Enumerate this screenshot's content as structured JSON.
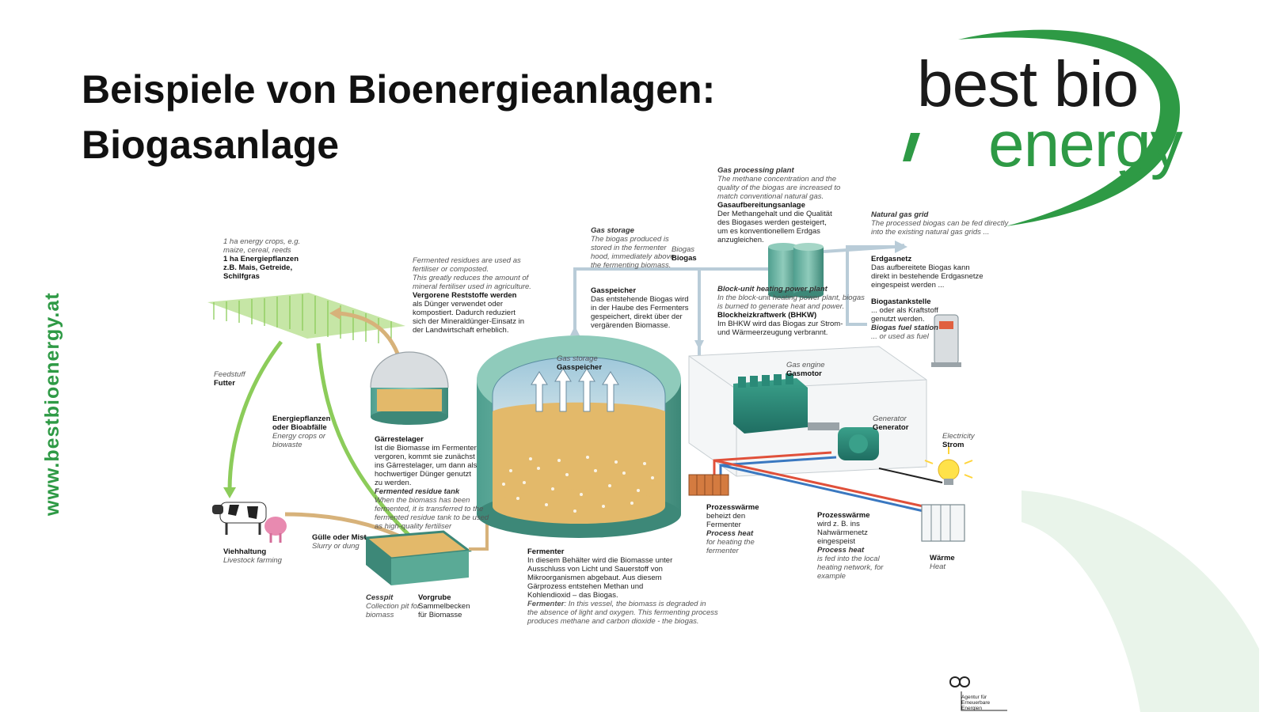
{
  "title_line1": "Beispiele von Bioenergieanlagen:",
  "title_line2": "Biogasanlage",
  "side_url": "www.bestbioenergy.at",
  "logo": {
    "line1": "best bio",
    "line2": "energy",
    "color_dark": "#1a1a1a",
    "color_green": "#2e9a45"
  },
  "labels": {
    "energy_crops": {
      "en": "1 ha energy crops, e.g. maize, cereal, reeds",
      "de1": "1 ha Energiepflanzen",
      "de2": "z.B. Mais, Getreide,",
      "de3": "Schilfgras"
    },
    "feedstuff": {
      "en": "Feedstuff",
      "de": "Futter"
    },
    "energiepflanzen": {
      "de1": "Energiepflanzen",
      "de2": "oder Bioabfälle",
      "en1": "Energy crops or",
      "en2": "biowaste"
    },
    "livestock": {
      "de": "Viehhaltung",
      "en": "Livestock farming"
    },
    "slurry": {
      "de": "Gülle oder Mist",
      "en": "Slurry or dung"
    },
    "cesspit": {
      "en1": "Cesspit",
      "en2": "Collection pit for",
      "en3": "biomass",
      "de1": "Vorgrube",
      "de2": "Sammelbecken",
      "de3": "für Biomasse"
    },
    "fermented_residues": {
      "en1": "Fermented residues are used as",
      "en2": "fertiliser or composted.",
      "en3": "This greatly reduces the amount of",
      "en4": "mineral fertiliser used in agriculture.",
      "de1": "Vergorene Reststoffe werden",
      "de2": "als Dünger verwendet oder",
      "de3": "kompostiert. Dadurch reduziert",
      "de4": "sich der Mineraldünger-Einsatz in",
      "de5": "der Landwirtschaft erheblich."
    },
    "gaerrestelager": {
      "de1": "Gärrestelager",
      "de2": "Ist die Biomasse im Fermenter",
      "de3": "vergoren, kommt sie zunächst",
      "de4": "ins Gärrestelager, um dann als",
      "de5": "hochwertiger Dünger genutzt",
      "de6": "zu werden.",
      "en1": "Fermented residue tank",
      "en2": "When the biomass has been",
      "en3": "fermented, it is transferred to the",
      "en4": "fermented residue tank to be used",
      "en5": "as high-quality fertiliser"
    },
    "gas_storage": {
      "en1": "Gas storage",
      "en2": "The biogas produced is",
      "en3": "stored in the fermenter",
      "en4": "hood, immediately above",
      "en5": "the fermenting biomass."
    },
    "biogas": {
      "en": "Biogas",
      "de": "Biogas"
    },
    "gasspeicher": {
      "de1": "Gasspeicher",
      "de2": "Das entstehende Biogas wird",
      "de3": "in der Haube des Fermenters",
      "de4": "gespeichert, direkt über der",
      "de5": "vergärenden Biomasse."
    },
    "inner_gas": {
      "en": "Gas storage",
      "de": "Gasspeicher"
    },
    "gas_processing": {
      "en1": "Gas processing plant",
      "en2": "The methane concentration and the",
      "en3": "quality of the biogas are increased to",
      "en4": "match conventional natural gas.",
      "de1": "Gasaufbereitungsanlage",
      "de2": "Der Methangehalt und die Qualität",
      "de3": "des Biogases werden gesteigert,",
      "de4": "um es konventionellem Erdgas",
      "de5": "anzugleichen."
    },
    "bhkw": {
      "en1": "Block-unit heating power plant",
      "en2": "In the block-unit heating power plant, biogas",
      "en3": "is burned to generate heat and power.",
      "de1": "Blockheizkraftwerk (BHKW)",
      "de2": "Im BHKW wird das Biogas zur Strom-",
      "de3": "und Wärmeerzeugung verbrannt."
    },
    "natural_gas": {
      "en1": "Natural gas grid",
      "en2": "The processed biogas can be fed directly",
      "en3": "into the existing natural gas grids ...",
      "de1": "Erdgasnetz",
      "de2": "Das aufbereitete Biogas kann",
      "de3": "direkt in bestehende Erdgasnetze",
      "de4": "eingespeist werden ..."
    },
    "tankstelle": {
      "de1": "Biogastankstelle",
      "de2": "... oder als Kraftstoff",
      "de3": "genutzt werden.",
      "en1": "Biogas fuel station",
      "en2": "... or used as fuel"
    },
    "gasmotor": {
      "en": "Gas engine",
      "de": "Gasmotor"
    },
    "generator": {
      "en": "Generator",
      "de": "Generator"
    },
    "strom": {
      "en": "Electricity",
      "de": "Strom"
    },
    "prozess1": {
      "de1": "Prozesswärme",
      "de2": "beheizt den",
      "de3": "Fermenter",
      "en1": "Process heat",
      "en2": "for heating the",
      "en3": "fermenter"
    },
    "prozess2": {
      "de1": "Prozesswärme",
      "de2": "wird z. B. ins",
      "de3": "Nahwärmenetz",
      "de4": "eingespeist",
      "en1": "Process heat",
      "en2": "is fed into the local",
      "en3": "heating network, for",
      "en4": "example"
    },
    "waerme": {
      "de": "Wärme",
      "en": "Heat"
    },
    "fermenter": {
      "de1": "Fermenter",
      "de2": "In diesem Behälter wird die Biomasse unter",
      "de3": "Ausschluss von Licht und Sauerstoff von",
      "de4": "Mikroorganismen abgebaut. Aus diesem",
      "de5": "Gärprozess entstehen Methan und",
      "de6": "Kohlendioxid – das Biogas.",
      "en_b": "Fermenter",
      "en1": ": In this vessel, the biomass is degraded in",
      "en2": "the absence of light and oxygen. This fermenting process",
      "en3": "produces methane and carbon dioxide - the biogas."
    }
  },
  "agency": {
    "l1": "Agentur für",
    "l2": "Erneuerbare",
    "l3": "Energien"
  }
}
